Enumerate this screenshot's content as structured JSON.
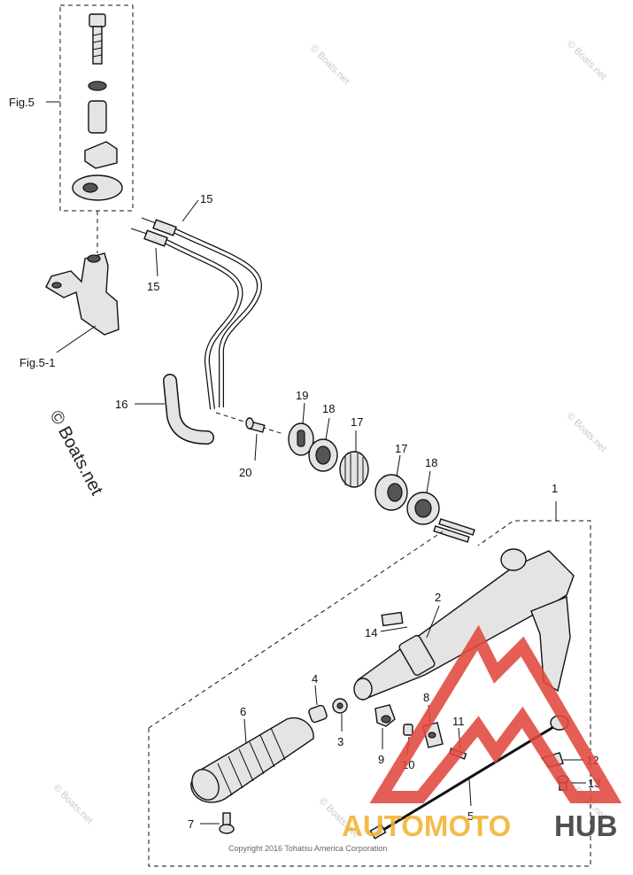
{
  "figure_labels": {
    "fig5": "Fig.5",
    "fig5_1": "Fig.5-1"
  },
  "callouts": {
    "p1": "1",
    "p2": "2",
    "p3": "3",
    "p4": "4",
    "p5": "5",
    "p6": "6",
    "p7": "7",
    "p8": "8",
    "p9": "9",
    "p10": "10",
    "p11": "11",
    "p12": "12",
    "p13": "13",
    "p14": "14",
    "p15a": "15",
    "p15b": "15",
    "p16": "16",
    "p17a": "17",
    "p17b": "17",
    "p18a": "18",
    "p18b": "18",
    "p19": "19",
    "p20": "20"
  },
  "watermarks": {
    "main": "© Boats.net",
    "small": "© Boats.net"
  },
  "copyright": "Copyright 2016 Tohatsu America Corporation",
  "logo": {
    "text_orange": "AUTOMOTO",
    "text_dark": "HUB",
    "color_orange": "#f2b233",
    "color_red": "#e0483f"
  }
}
